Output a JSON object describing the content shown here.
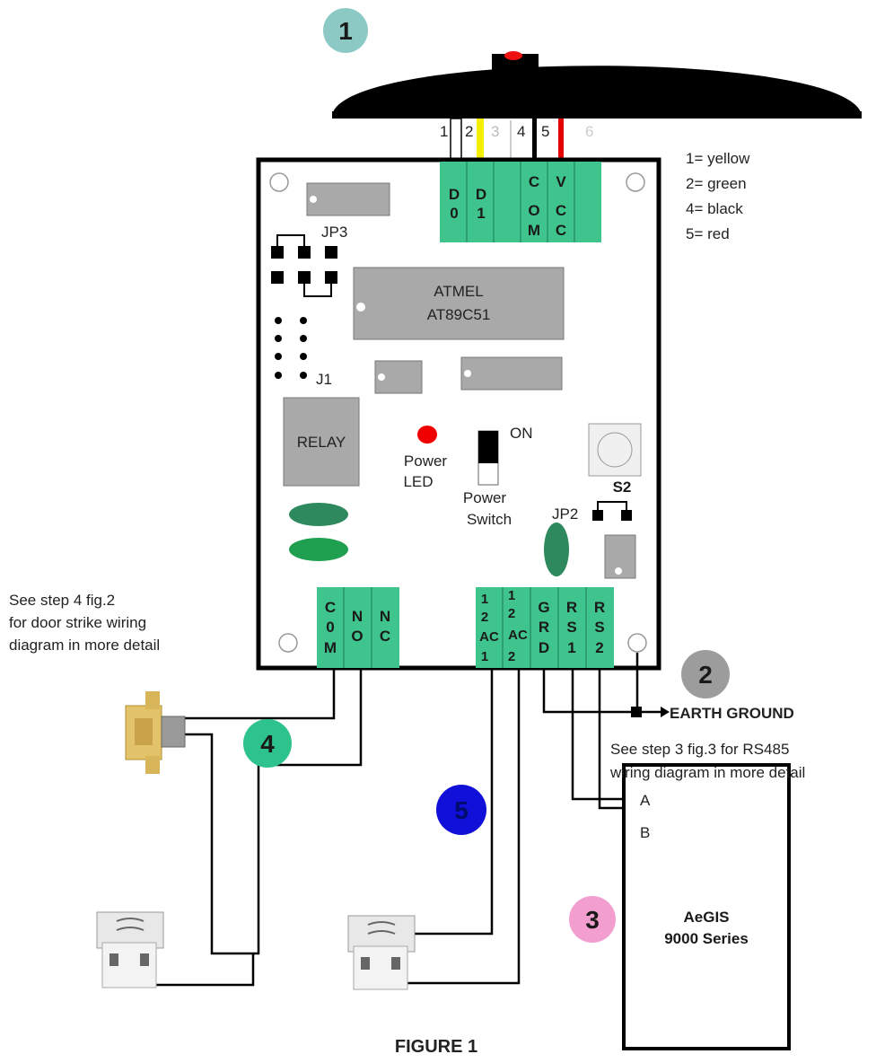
{
  "badges": [
    {
      "label": "1",
      "color": "#8cc9c5"
    },
    {
      "label": "2",
      "color": "#9c9c9c"
    },
    {
      "label": "3",
      "color": "#f29fcf"
    },
    {
      "label": "4",
      "color": "#2ec28c"
    },
    {
      "label": "5",
      "color": "#1010d8"
    }
  ],
  "reader": {
    "wire_numbers": [
      "1",
      "2",
      "3",
      "4",
      "5",
      "6"
    ]
  },
  "wire_legend": [
    "1= yellow",
    "2= green",
    "4= black",
    "5= red"
  ],
  "board": {
    "top_terminals": [
      [
        "D",
        "0"
      ],
      [
        "D",
        "1"
      ],
      [],
      [
        "C",
        "O",
        "M"
      ],
      [
        "V",
        "C",
        "C"
      ],
      []
    ],
    "jp3_label": "JP3",
    "j1_label": "J1",
    "chip_label_1": "ATMEL",
    "chip_label_2": "AT89C51",
    "relay_label": "RELAY",
    "power_led_label_1": "Power",
    "power_led_label_2": "LED",
    "on_label": "ON",
    "power_switch_label_1": "Power",
    "power_switch_label_2": "Switch",
    "s2_label": "S2",
    "jp2_label": "JP2",
    "relay_terminals": [
      [
        "C",
        "0",
        "M"
      ],
      [
        "N",
        "O"
      ],
      [
        "N",
        "C"
      ]
    ],
    "power_terminals": [
      [
        "1",
        "2",
        "AC",
        "1"
      ],
      [
        "1",
        "2",
        "AC",
        "2"
      ]
    ],
    "comm_terminals": [
      [
        "G",
        "R",
        "D"
      ],
      [
        "R",
        "S",
        "1"
      ],
      [
        "R",
        "S",
        "2"
      ]
    ]
  },
  "notes": {
    "door_strike": [
      "See step 4 fig.2",
      "for door strike wiring",
      "diagram in more detail"
    ],
    "earth_ground": "EARTH GROUND",
    "rs485": [
      "See step 3  fig.3 for RS485",
      "wiring diagram in more detail"
    ]
  },
  "aegis": {
    "pin_a": "A",
    "pin_b": "B",
    "title_1": "AeGIS",
    "title_2": "9000 Series"
  },
  "caption": "FIGURE 1"
}
